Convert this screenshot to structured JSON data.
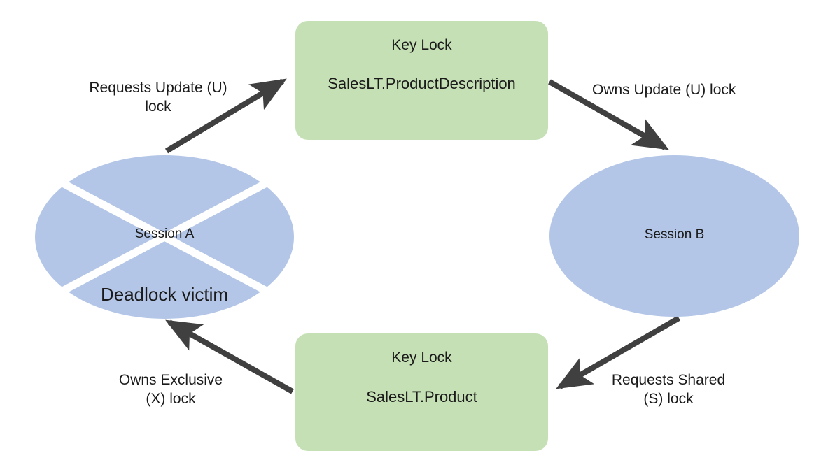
{
  "diagram": {
    "title": "SQL Server deadlock cycle between two sessions",
    "colors": {
      "session_fill": "#b3c6e7",
      "lock_fill": "#c5e0b4",
      "arrow": "#404040",
      "text": "#1a1a1a",
      "background": "#ffffff",
      "cross": "#ffffff"
    }
  },
  "nodes": {
    "session_a": {
      "label": "Session A",
      "victim_label": "Deadlock victim",
      "shape": "ellipse",
      "is_deadlock_victim": true
    },
    "session_b": {
      "label": "Session B",
      "shape": "ellipse",
      "is_deadlock_victim": false
    },
    "lock_top": {
      "title": "Key Lock",
      "resource": "SalesLT.ProductDescription",
      "shape": "rounded-rectangle"
    },
    "lock_bottom": {
      "title": "Key Lock",
      "resource": "SalesLT.Product",
      "shape": "rounded-rectangle"
    }
  },
  "edges": [
    {
      "id": "requests-update",
      "label": "Requests Update (U)\nlock",
      "from": "session_a",
      "to": "lock_top",
      "direction": "up-right"
    },
    {
      "id": "owns-update",
      "label": "Owns Update (U) lock",
      "from": "lock_top",
      "to": "session_b",
      "direction": "down-right"
    },
    {
      "id": "requests-shared",
      "label": "Requests Shared\n(S) lock",
      "from": "session_b",
      "to": "lock_bottom",
      "direction": "down-left"
    },
    {
      "id": "owns-exclusive",
      "label": "Owns Exclusive\n(X) lock",
      "from": "lock_bottom",
      "to": "session_a",
      "direction": "up-left"
    }
  ]
}
